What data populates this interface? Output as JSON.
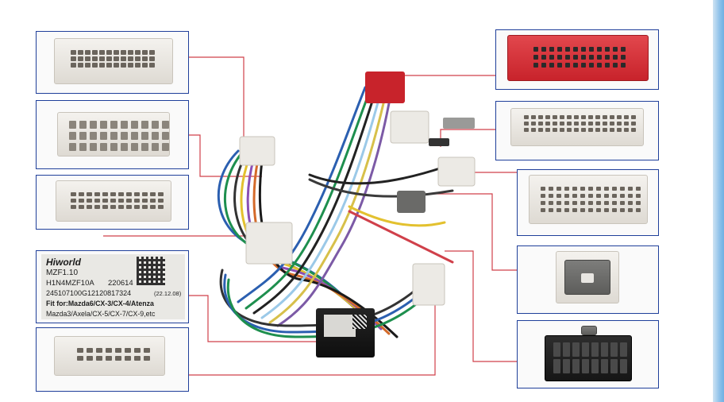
{
  "label": {
    "brand": "Hiworld",
    "model": "MZF1.10",
    "part_no": "H1N4MZF10A",
    "date_code": "220614",
    "serial": "245107100G12120817324",
    "batch": "(22.12.08)",
    "fit_line_1": "Fit for:Mazda6/CX-3/CX-4/Atenza",
    "fit_line_2": "Mazda3/Axela/CX-5/CX-7/CX-9,etc"
  },
  "colors": {
    "frame": "#1f3f9a",
    "leader_line": "#d0404a",
    "red_connector": "#c8232b",
    "accent_edge": "#6fb0e3"
  },
  "icons": [
    "qr-code-icon"
  ]
}
